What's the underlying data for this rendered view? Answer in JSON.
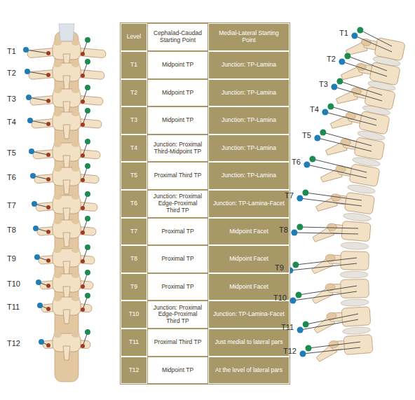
{
  "diagram": {
    "labels": [
      "T1",
      "T2",
      "T3",
      "T4",
      "T5",
      "T6",
      "T7",
      "T8",
      "T9",
      "T10",
      "T11",
      "T12",
      "Level",
      "Cephalad-Caudad Starting Point",
      "Medial-Lateral Starting Point",
      "T1",
      "Midpoint TP",
      "Junction: TP-Lamina",
      "T2",
      "Midpoint TP",
      "Junction: TP-Lamina",
      "T3",
      "Midpoint TP",
      "Junction: TP-Lamina",
      "T4",
      "Junction: Proximal Third-Midpoint TP",
      "Junction: TP-Lamina",
      "T5",
      "Proximal Third TP",
      "Junction: TP-Lamina",
      "T6",
      "Junction: Proximal Edge-Proximal Third TP",
      "Junction: TP-Lamina-Facet",
      "T7",
      "Proximal TP",
      "Midpoint Facet",
      "T8",
      "Proximal TP",
      "Midpoint Facet",
      "T9",
      "Proximal TP",
      "Midpoint Facet",
      "T10",
      "Junction: Proximal Edge-Proximal Third TP",
      "Junction: TP-Lamina-Facet",
      "T11",
      "Proximal Third TP",
      "Just medial to lateral pars",
      "T12",
      "Midpoint TP",
      "At the level of lateral pars",
      "T1",
      "T2",
      "T3",
      "T4",
      "T5",
      "T6",
      "T7",
      "T8",
      "T9",
      "T10",
      "T11",
      "T12"
    ]
  }
}
